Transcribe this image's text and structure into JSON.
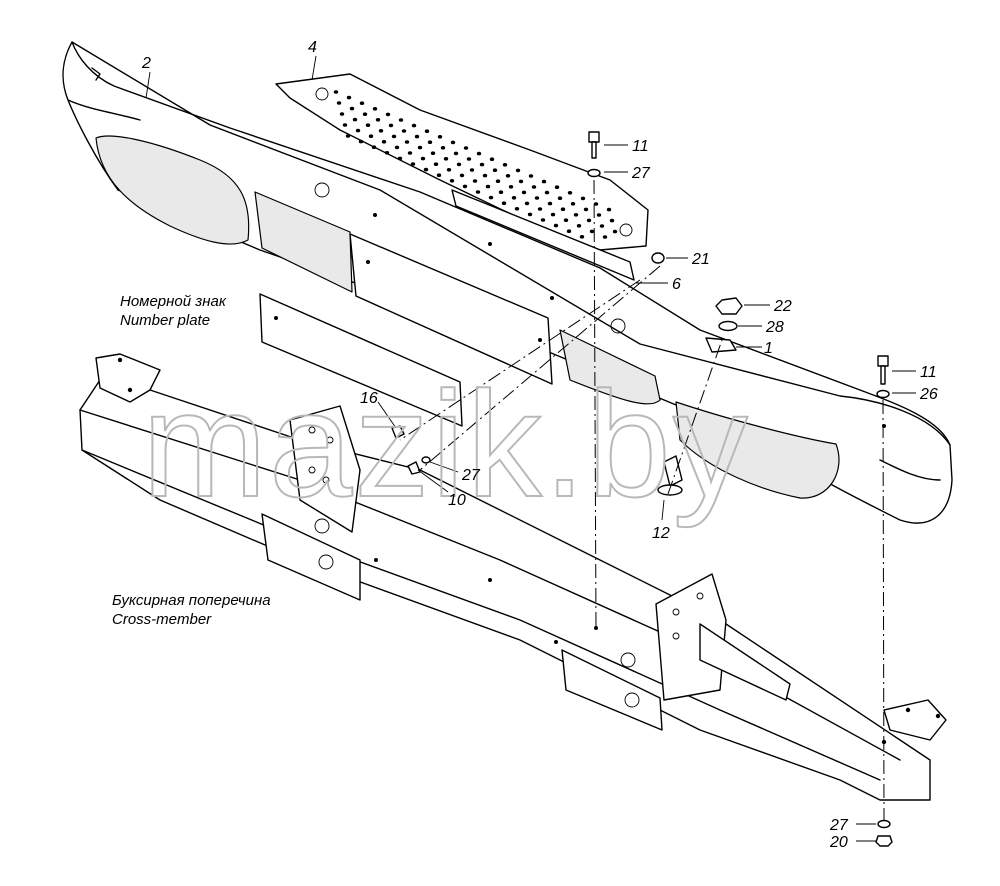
{
  "callouts": {
    "c1": "1",
    "c2": "2",
    "c4": "4",
    "c6": "6",
    "c10": "10",
    "c11a": "11",
    "c11b": "11",
    "c12": "12",
    "c16": "16",
    "c20": "20",
    "c21": "21",
    "c22": "22",
    "c26": "26",
    "c27a": "27",
    "c27b": "27",
    "c27c": "27",
    "c28": "28"
  },
  "captions": {
    "number_plate_ru": "Номерной знак",
    "number_plate_en": "Number plate",
    "cross_member_ru": "Буксирная поперечина",
    "cross_member_en": "Cross-member"
  },
  "watermark": "mazik.by"
}
